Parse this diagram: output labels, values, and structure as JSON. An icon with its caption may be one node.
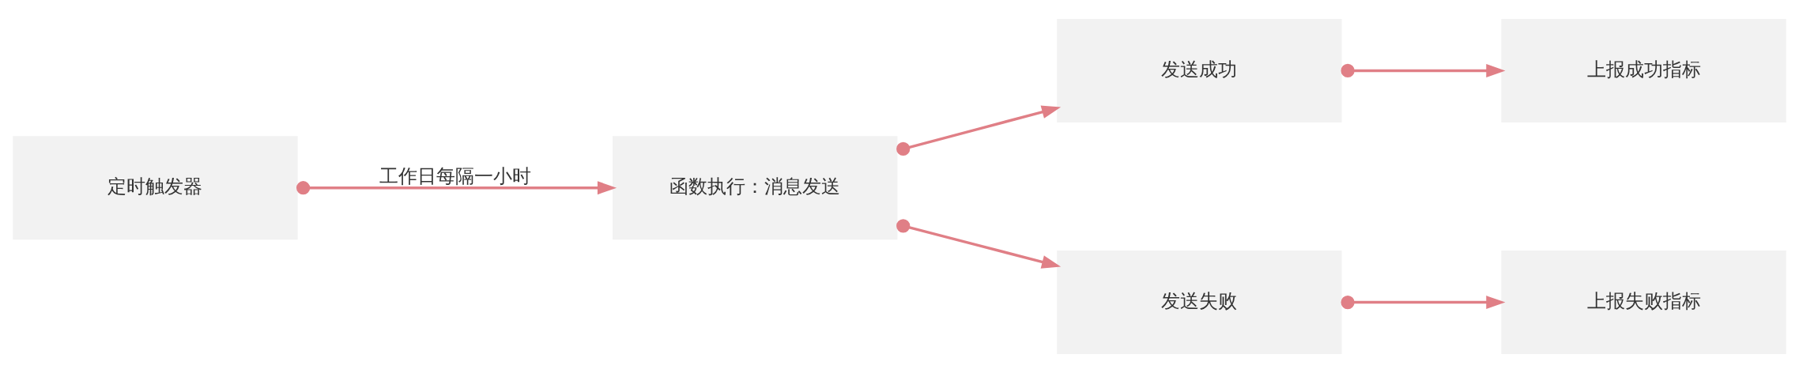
{
  "diagram": {
    "nodes": [
      {
        "text": [
          "定时触发器"
        ]
      },
      {
        "text": [
          "函数执行：消息发送"
        ]
      },
      {
        "text": [
          "发送成功"
        ]
      },
      {
        "text": [
          "上报成功指标"
        ]
      },
      {
        "text": [
          "发送失败"
        ]
      },
      {
        "text": [
          "上报失败指标"
        ]
      }
    ],
    "edges": [
      {
        "from": 0,
        "to": 1,
        "arrow": "to",
        "label": "工作日每隔一小时"
      },
      {
        "from": 1,
        "to": 2,
        "arrow": "to"
      },
      {
        "from": 1,
        "to": 4,
        "arrow": "to"
      },
      {
        "from": 2,
        "to": 3,
        "arrow": "to"
      },
      {
        "from": 4,
        "to": 5,
        "arrow": "to"
      }
    ]
  }
}
